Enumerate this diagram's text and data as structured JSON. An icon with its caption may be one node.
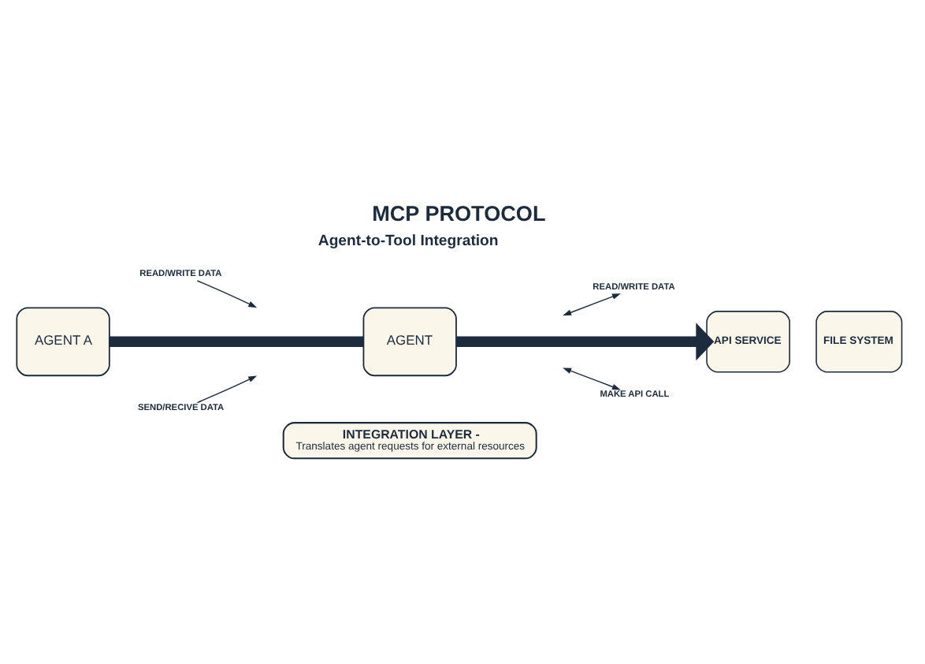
{
  "diagram": {
    "title": "MCP PROTOCOL",
    "nodes": [
      {
        "text": [
          "AGENT A"
        ]
      },
      {
        "text": [
          "READ/WRITE DATA"
        ]
      },
      {
        "text": [
          "SEND/RECIVE DATA"
        ]
      },
      {
        "text": [
          "AGENT"
        ]
      },
      {
        "text": [
          "READ/WRITE DATA"
        ]
      },
      {
        "text": [
          "MAKE API CALL"
        ]
      },
      {
        "text": [
          "API SERVICE"
        ]
      },
      {
        "text": [
          "FILE SYSTEM"
        ]
      },
      {
        "text": [
          "INTEGRATION LAYER -",
          "Translates agent requests for external resources"
        ]
      }
    ],
    "edges": [
      {
        "from": 0,
        "to": 3,
        "arrow": "none",
        "style": "thick"
      },
      {
        "from": 1,
        "to": null,
        "arrow": "to"
      },
      {
        "from": 2,
        "to": null,
        "arrow": "to"
      },
      {
        "from": 3,
        "to": 6,
        "arrow": "to",
        "style": "thick"
      },
      {
        "from": 4,
        "to": null,
        "arrow": "both"
      },
      {
        "from": null,
        "to": 5,
        "arrow": "both"
      }
    ],
    "labels": [
      "Agent-to-Tool Integration"
    ]
  }
}
